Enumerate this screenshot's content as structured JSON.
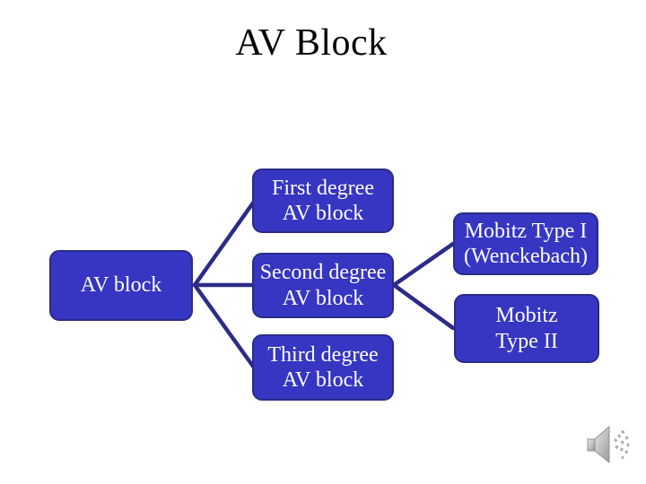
{
  "slide": {
    "title": "AV Block"
  },
  "diagram": {
    "root": {
      "label": "AV block"
    },
    "level2": [
      {
        "label": "First degree\nAV block"
      },
      {
        "label": "Second degree\nAV block"
      },
      {
        "label": "Third degree\nAV block"
      }
    ],
    "level3": [
      {
        "label": "Mobitz Type I\n(Wenckebach)"
      },
      {
        "label": "Mobitz\nType II"
      }
    ]
  },
  "icons": {
    "audio": "speaker-with-sound-waves"
  },
  "colors": {
    "box-fill": "#3636c2",
    "box-border": "#2b2b88",
    "connector": "#2b2b88",
    "box-text": "#ffffff",
    "title-text": "#000000",
    "background": "#ffffff",
    "speaker-gray": "#b0b0b0"
  }
}
